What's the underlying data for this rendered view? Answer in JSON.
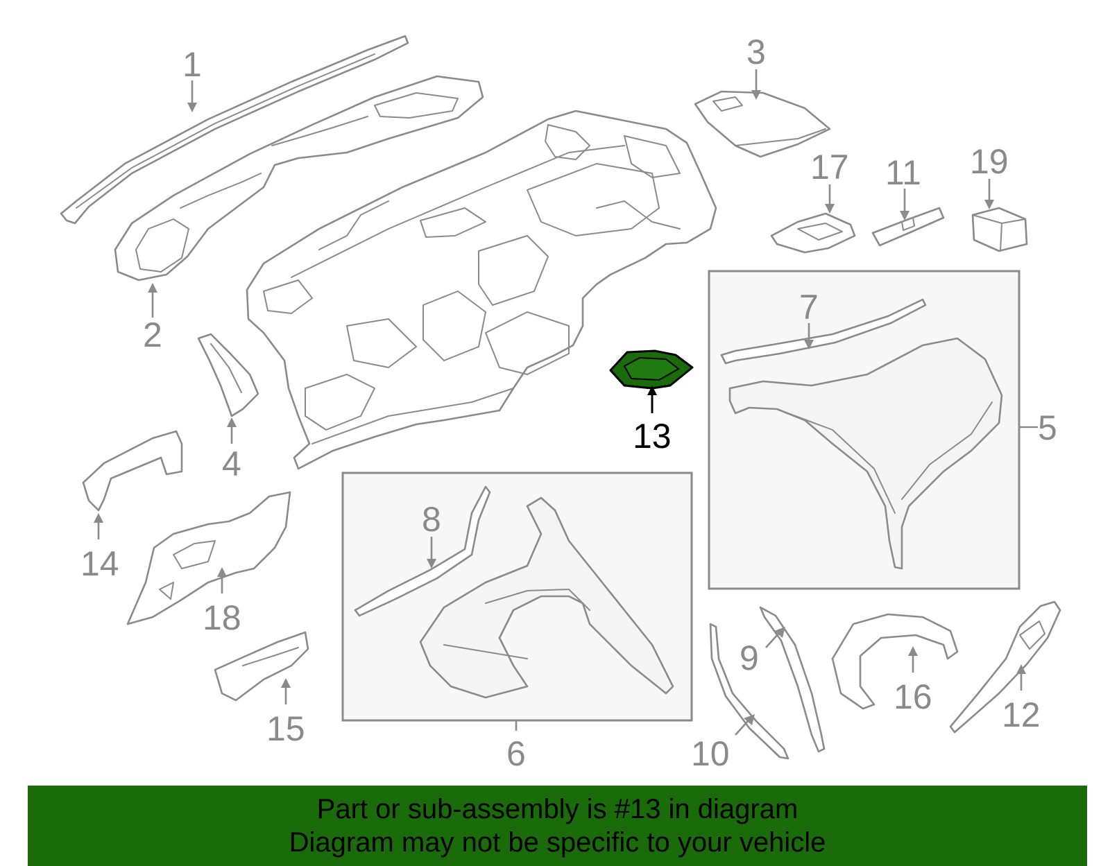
{
  "diagram": {
    "highlight_color": "#1a6b0a",
    "line_color": "#8a8a8a",
    "highlighted_part": "13",
    "callouts": {
      "c1": "1",
      "c2": "2",
      "c3": "3",
      "c4": "4",
      "c5": "5",
      "c6": "6",
      "c7": "7",
      "c8": "8",
      "c9": "9",
      "c10": "10",
      "c11": "11",
      "c12": "12",
      "c13": "13",
      "c14": "14",
      "c15": "15",
      "c16": "16",
      "c17": "17",
      "c18": "18",
      "c19": "19"
    }
  },
  "banner": {
    "line1": "Part or sub-assembly is #13 in diagram",
    "line2": "Diagram may not be specific to your vehicle",
    "background": "#1a6b0a"
  }
}
